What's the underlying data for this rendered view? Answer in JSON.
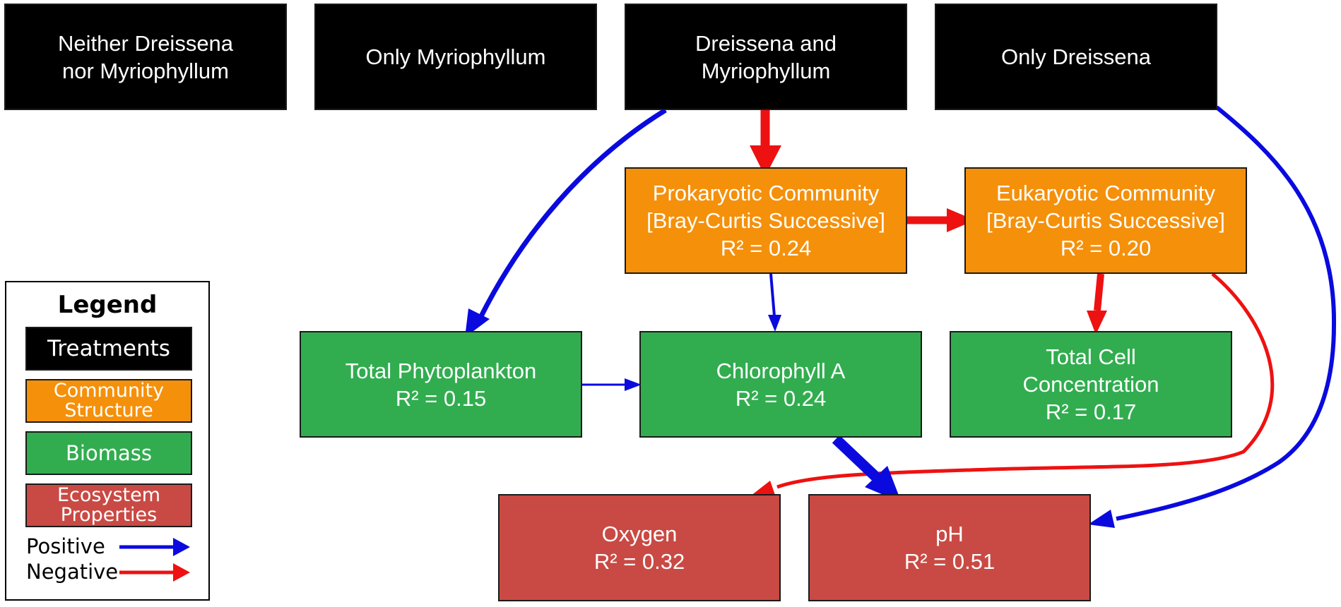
{
  "colors": {
    "treatment": "#000000",
    "community": "#f5900b",
    "biomass": "#31ad4f",
    "ecosystem": "#c94a44",
    "positive": "#0a0adf",
    "negative": "#ee1111"
  },
  "nodes": {
    "neither": {
      "lines": [
        "Neither Dreissena",
        "nor Myriophyllum"
      ]
    },
    "only_myrio": {
      "lines": [
        "Only Myriophyllum"
      ]
    },
    "dreissena_myrio": {
      "lines": [
        "Dreissena and",
        "Myriophyllum"
      ]
    },
    "only_dreissena": {
      "lines": [
        "Only Dreissena"
      ]
    },
    "prokaryotic": {
      "lines": [
        "Prokaryotic Community",
        "[Bray-Curtis Successive]",
        "R² = 0.24"
      ]
    },
    "eukaryotic": {
      "lines": [
        "Eukaryotic Community",
        "[Bray-Curtis Successive]",
        "R² = 0.20"
      ]
    },
    "total_phyto": {
      "lines": [
        "Total Phytoplankton",
        "R² = 0.15"
      ]
    },
    "chlorophyll": {
      "lines": [
        "Chlorophyll A",
        "R² = 0.24"
      ]
    },
    "total_cell": {
      "lines": [
        "Total Cell",
        "Concentration",
        "R² = 0.17"
      ]
    },
    "oxygen": {
      "lines": [
        "Oxygen",
        "R² = 0.32"
      ]
    },
    "ph": {
      "lines": [
        "pH",
        "R² = 0.51"
      ]
    }
  },
  "edges": [
    {
      "from": "dreissena_myrio",
      "to": "total_phyto",
      "sign": "positive"
    },
    {
      "from": "dreissena_myrio",
      "to": "prokaryotic",
      "sign": "negative"
    },
    {
      "from": "only_dreissena",
      "to": "ph",
      "sign": "positive"
    },
    {
      "from": "prokaryotic",
      "to": "eukaryotic",
      "sign": "negative"
    },
    {
      "from": "prokaryotic",
      "to": "chlorophyll",
      "sign": "positive"
    },
    {
      "from": "eukaryotic",
      "to": "total_cell",
      "sign": "negative"
    },
    {
      "from": "eukaryotic",
      "to": "oxygen",
      "sign": "negative"
    },
    {
      "from": "total_phyto",
      "to": "chlorophyll",
      "sign": "positive"
    },
    {
      "from": "chlorophyll",
      "to": "ph",
      "sign": "positive"
    }
  ],
  "legend": {
    "title": "Legend",
    "treatments": [
      "Treatments"
    ],
    "community": [
      "Community",
      "Structure"
    ],
    "biomass": [
      "Biomass"
    ],
    "ecosystem": [
      "Ecosystem",
      "Properties"
    ],
    "positive": "Positive",
    "negative": "Negative"
  }
}
